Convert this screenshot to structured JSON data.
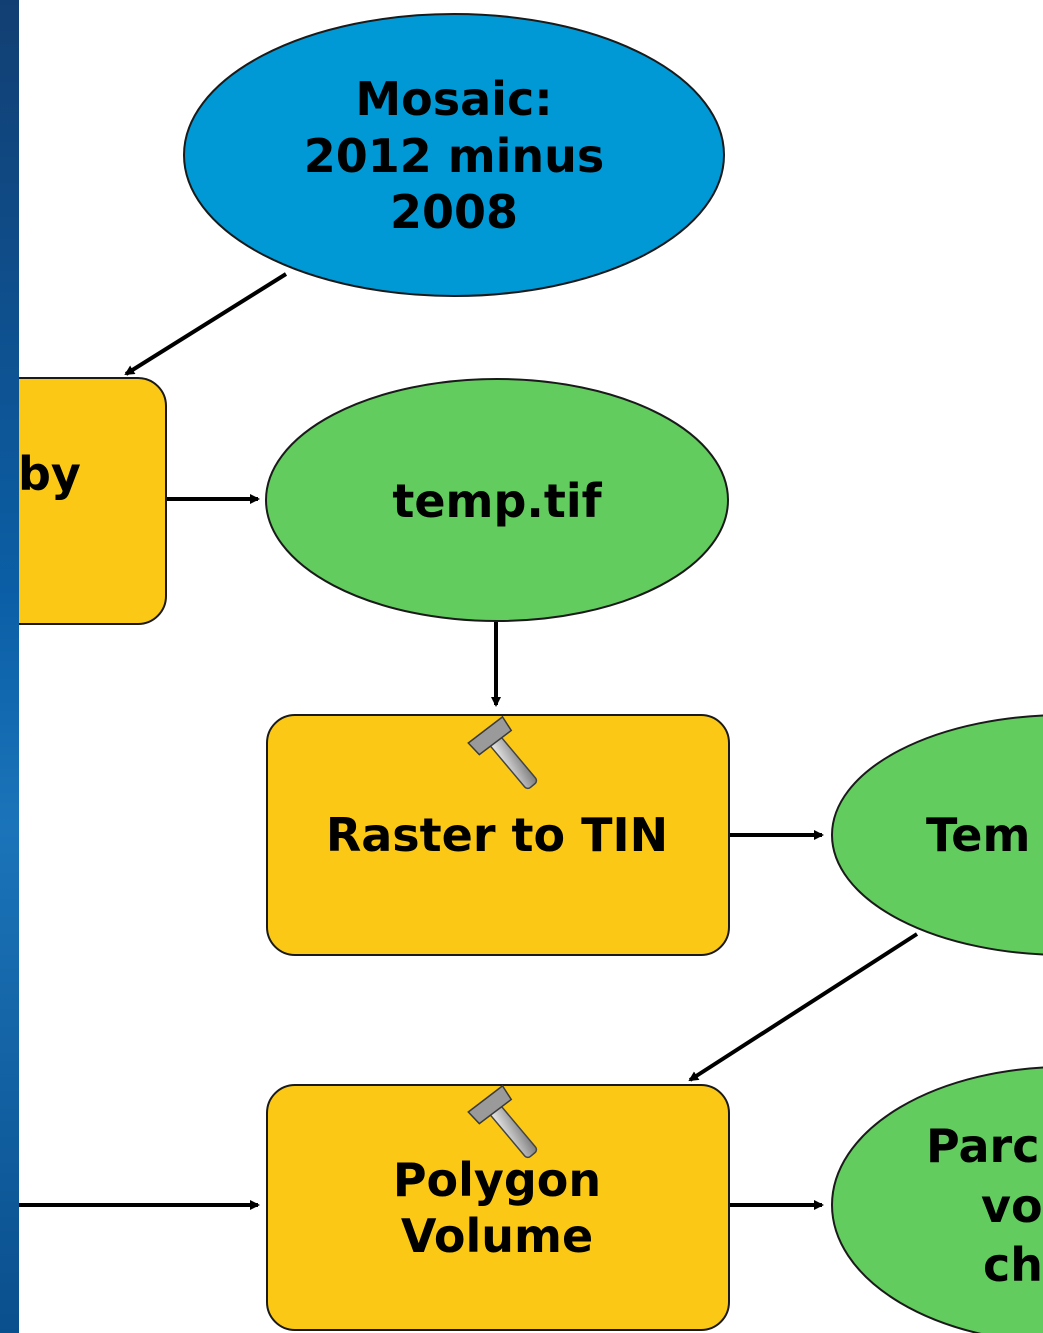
{
  "colors": {
    "input_data": "#0099d6",
    "tool": "#fbc915",
    "derived_data": "#62cc5e",
    "outline": "#1a1a1a",
    "edge": "#000000",
    "slide_edge": "#0b5fa6"
  },
  "nodes": {
    "mosaic": {
      "type": "input-data",
      "lines": [
        "Mosaic:",
        "2012 minus",
        "2008"
      ]
    },
    "partial_tool": {
      "type": "tool",
      "lines": [
        "by"
      ]
    },
    "temp_tif": {
      "type": "derived-data",
      "lines": [
        "temp.tif"
      ]
    },
    "raster_to_tin": {
      "type": "tool",
      "icon": "hammer-icon",
      "lines": [
        "Raster to TIN"
      ]
    },
    "partial_temp_output": {
      "type": "derived-data",
      "lines": [
        "Tem"
      ]
    },
    "polygon_volume": {
      "type": "tool",
      "icon": "hammer-icon",
      "lines": [
        "Polygon",
        "Volume"
      ]
    },
    "partial_parcel_output": {
      "type": "derived-data",
      "lines": [
        "Parc",
        "vo",
        "ch"
      ]
    }
  }
}
